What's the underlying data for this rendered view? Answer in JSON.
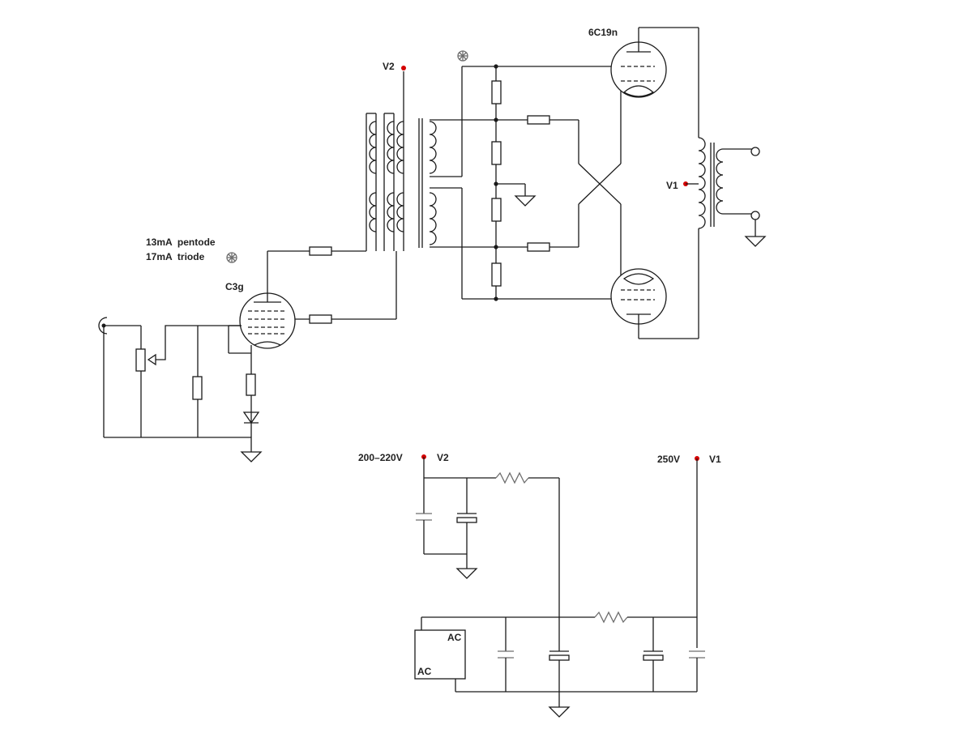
{
  "diagram": {
    "labels": {
      "output_tube": "6C19n",
      "driver_tube": "C3g",
      "pentode_current": "13mA  pentode",
      "triode_current": "17mA  triode",
      "rail_v2_top": "V2",
      "rail_v1_output": "V1",
      "supply_v2_voltage": "200–220V",
      "supply_v2_name": "V2",
      "supply_v1_voltage": "250V",
      "supply_v1_name": "V1",
      "ac_in_top": "AC",
      "ac_in_bottom": "AC"
    },
    "colors": {
      "wire": "#1a1a1a",
      "rail_dot": "#d40000",
      "supply_resistor": "#6e6e6e"
    }
  }
}
